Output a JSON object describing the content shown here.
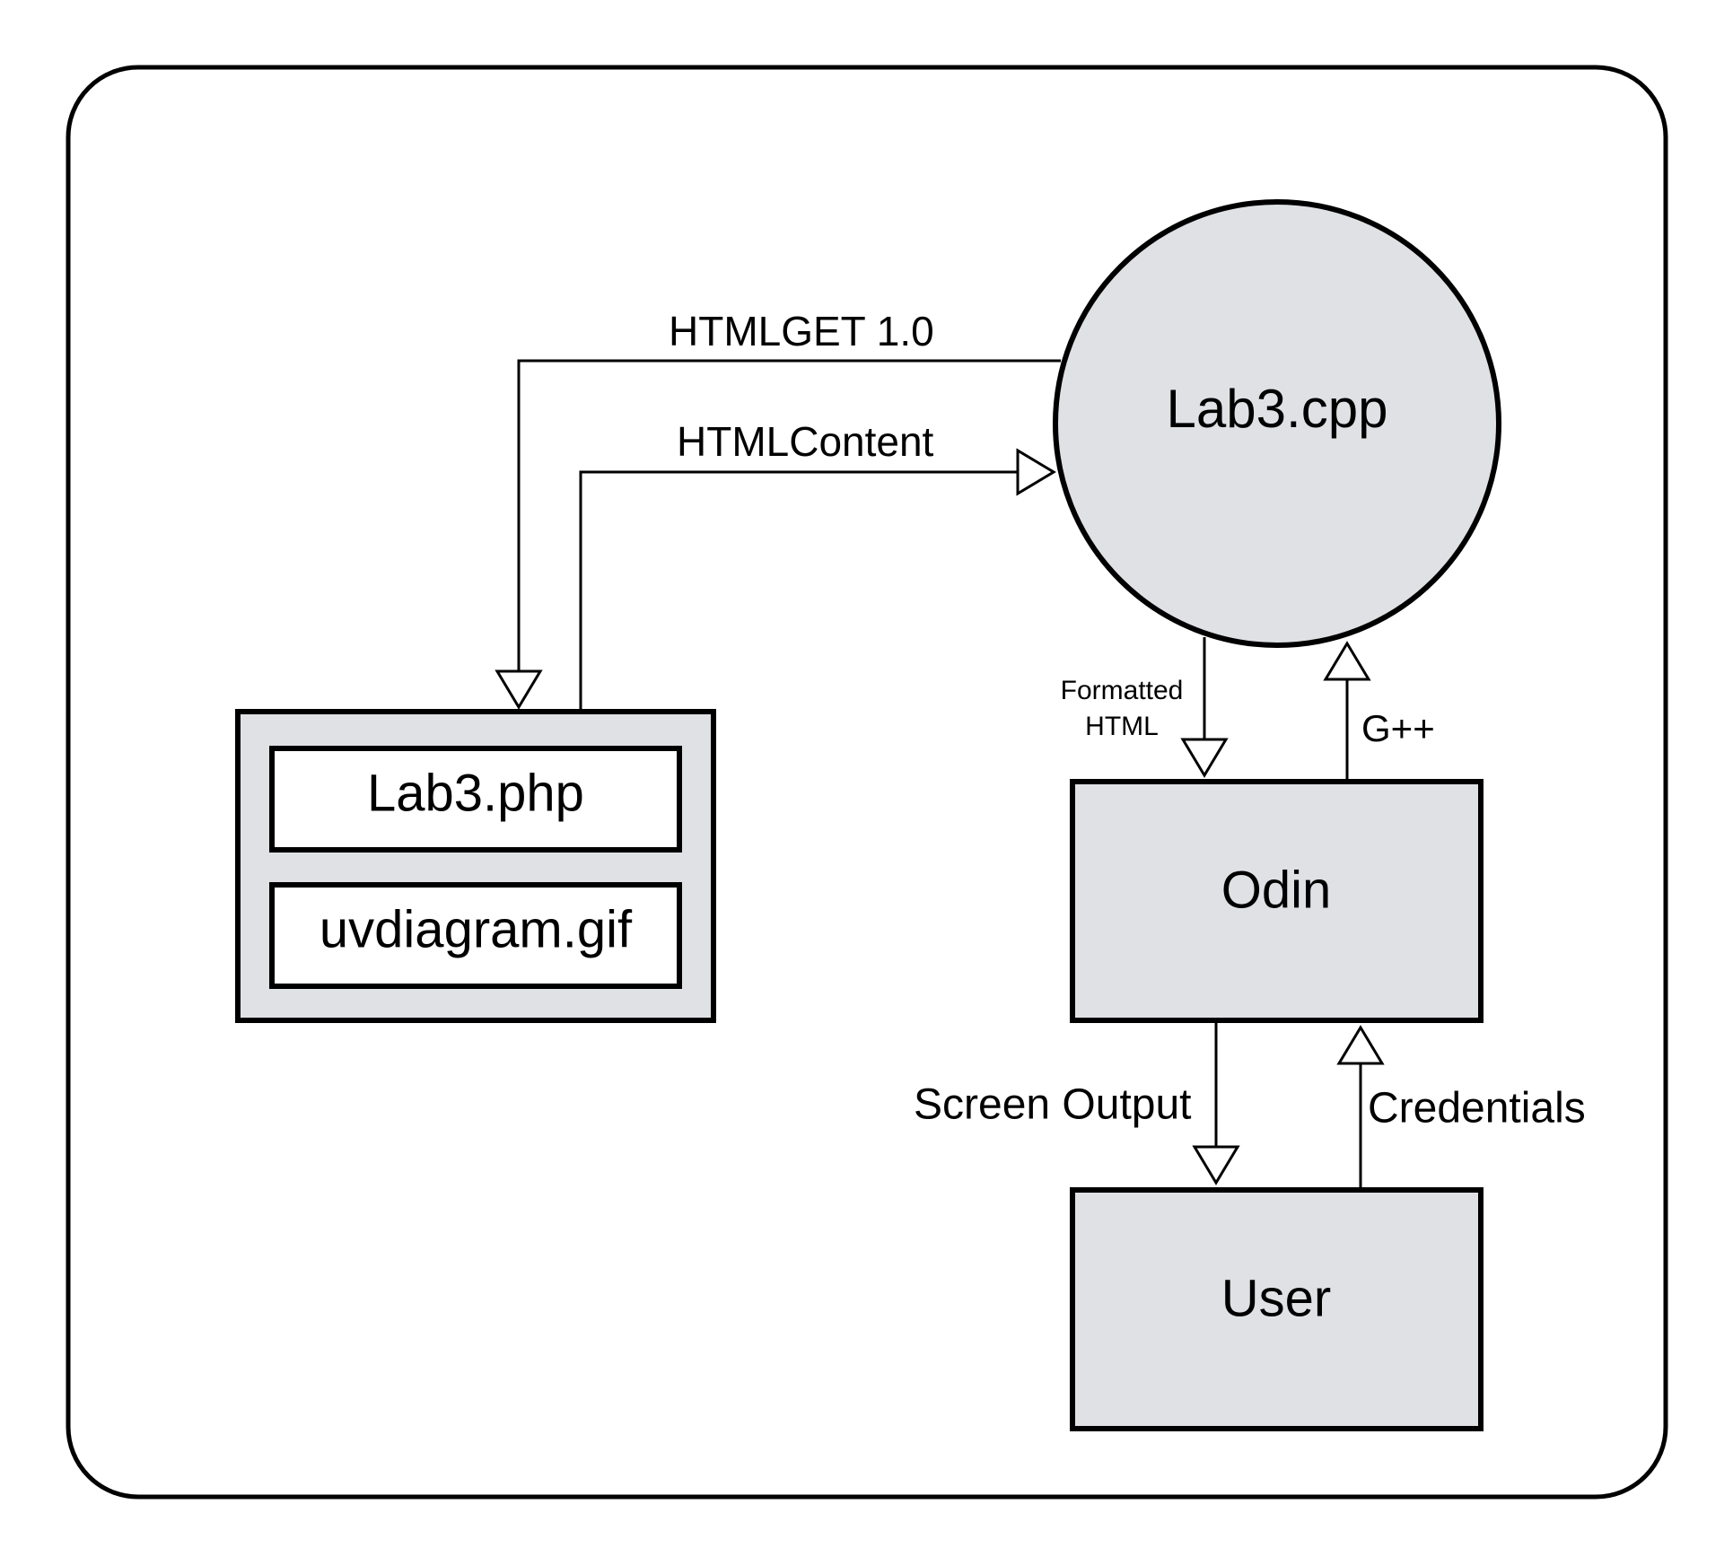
{
  "nodes": {
    "lab3_cpp": "Lab3.cpp",
    "lab3_php": "Lab3.php",
    "uvdiagram_gif": "uvdiagram.gif",
    "odin": "Odin",
    "user": "User"
  },
  "edges": {
    "html_get": {
      "label": "HTMLGET 1.0",
      "from": "Lab3.cpp",
      "to": "Lab3.php"
    },
    "html_content": {
      "label": "HTMLContent",
      "from": "Lab3.php",
      "to": "Lab3.cpp"
    },
    "formatted_html": {
      "label_line1": "Formatted",
      "label_line2": "HTML",
      "from": "Lab3.cpp",
      "to": "Odin"
    },
    "gpp": {
      "label": "G++",
      "from": "Odin",
      "to": "Lab3.cpp"
    },
    "screen_output": {
      "label": "Screen Output",
      "from": "Odin",
      "to": "User"
    },
    "credentials": {
      "label": "Credentials",
      "from": "User",
      "to": "Odin"
    }
  },
  "colors": {
    "node_fill": "#dfe1e5",
    "stroke": "#000000",
    "background": "#ffffff"
  }
}
